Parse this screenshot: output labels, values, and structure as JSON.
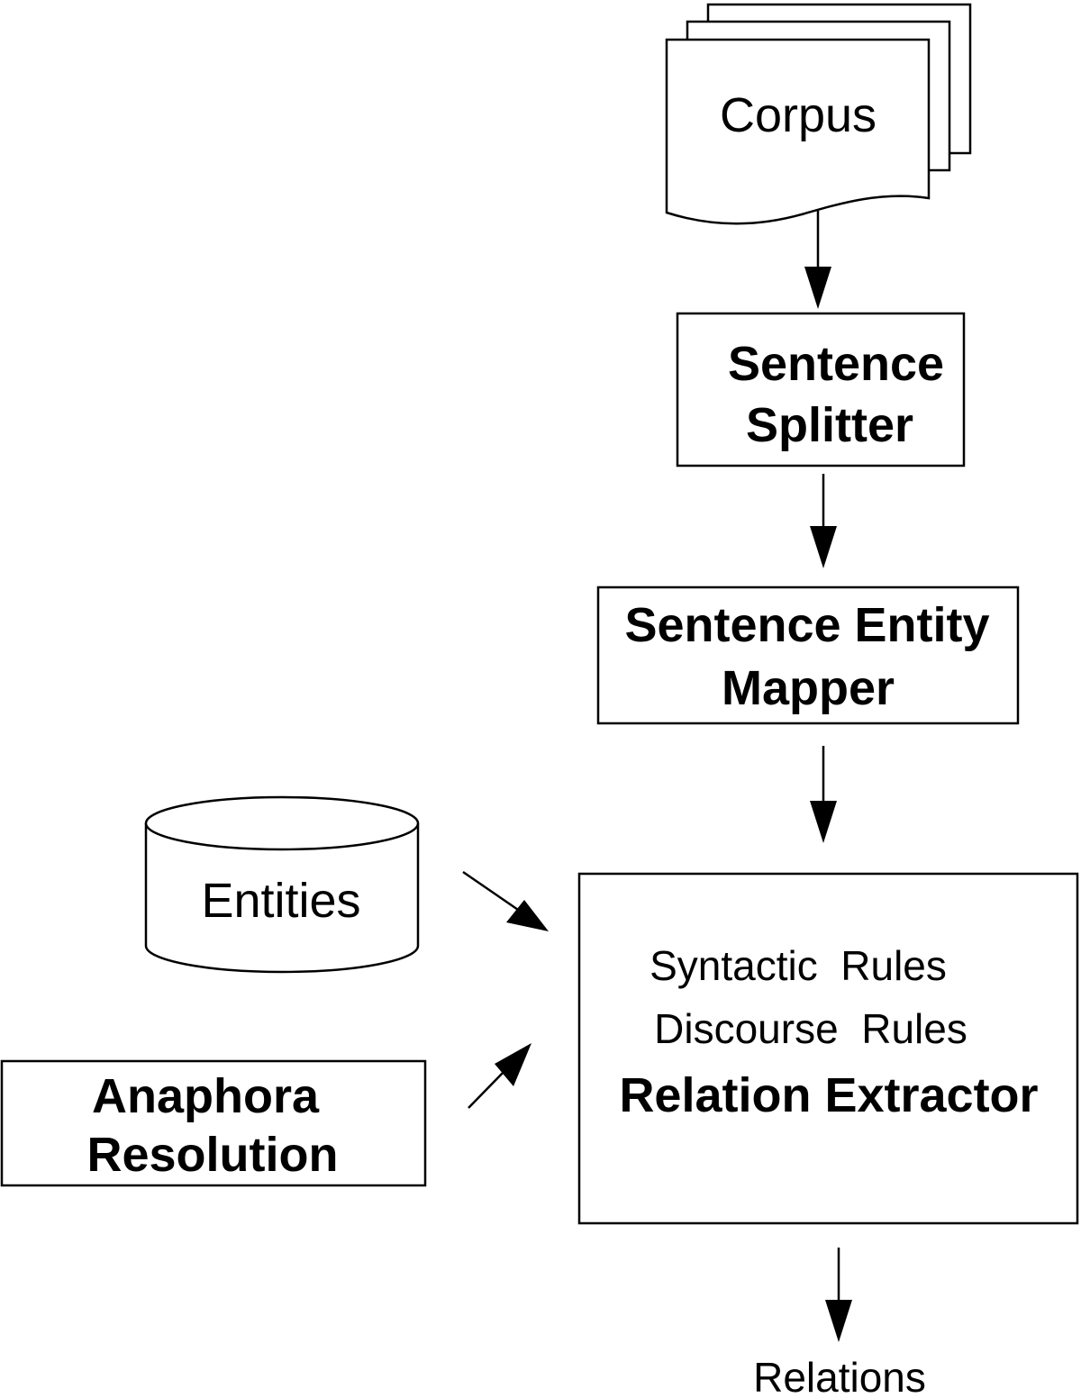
{
  "diagram": {
    "corpus": {
      "label": "Corpus"
    },
    "sentence_splitter": {
      "line1": "Sentence",
      "line2": "Splitter"
    },
    "sentence_entity_mapper": {
      "line1": "Sentence Entity",
      "line2": "Mapper"
    },
    "entities": {
      "label": "Entities"
    },
    "anaphora_resolution": {
      "line1": "Anaphora",
      "line2": "Resolution"
    },
    "relation_extractor": {
      "rule1": "Syntactic  Rules",
      "rule2": "Discourse  Rules",
      "title": "Relation Extractor"
    },
    "relations": {
      "label": "Relations"
    }
  }
}
